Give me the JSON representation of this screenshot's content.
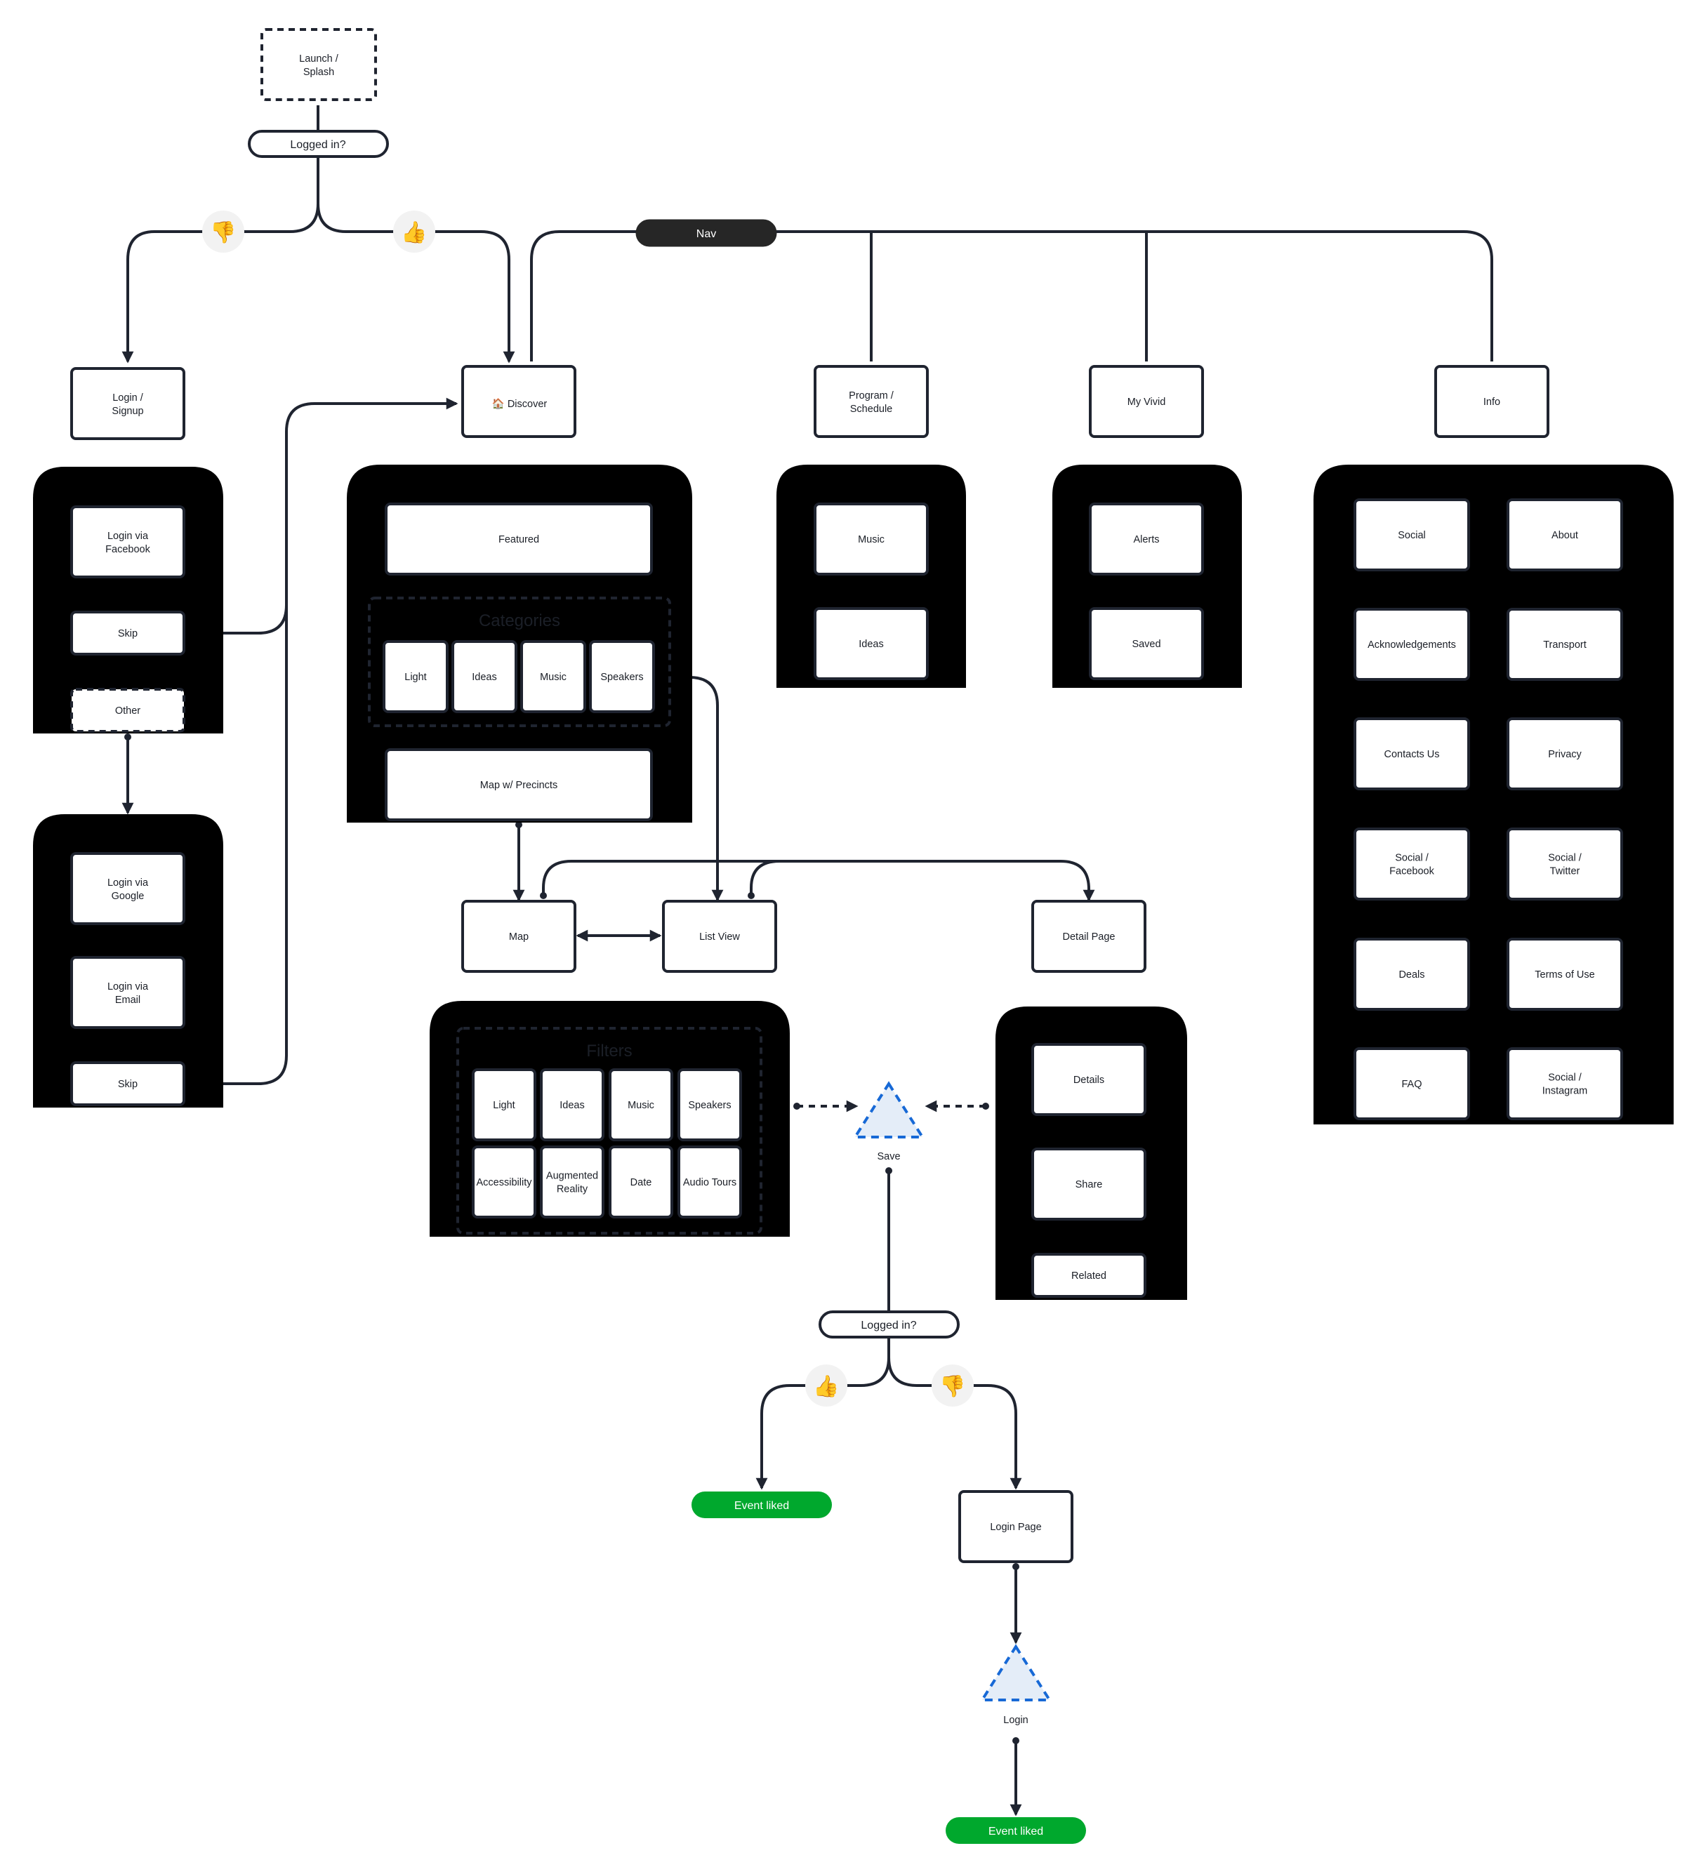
{
  "colors": {
    "line": "#1f2430",
    "nav_pill": "#262626",
    "event_pill": "#00a82d",
    "decision_fill": "#e4edf8",
    "decision_stroke": "#1769d6",
    "emoji_bg": "#f2f2f2"
  },
  "top": {
    "launch": [
      "Launch /",
      "Splash"
    ],
    "logged_in": "Logged in?",
    "thumbs_down": "👎",
    "thumbs_up": "👍",
    "nav": "Nav"
  },
  "login_branch": {
    "login_signup": [
      "Login /",
      "Signup"
    ],
    "login_facebook": [
      "Login via",
      "Facebook"
    ],
    "skip": "Skip",
    "other": "Other",
    "login_google": [
      "Login via",
      "Google"
    ],
    "login_email": [
      "Login via",
      "Email"
    ],
    "skip2": "Skip"
  },
  "discover": {
    "title": "🏠 Discover",
    "featured": "Featured",
    "categories_title": "Categories",
    "categories": [
      "Light",
      "Ideas",
      "Music",
      "Speakers"
    ],
    "map_precincts": "Map w/ Precincts"
  },
  "program": {
    "title": [
      "Program /",
      "Schedule"
    ],
    "items": [
      "Music",
      "Ideas"
    ]
  },
  "my_vivid": {
    "title": "My Vivid",
    "items": [
      "Alerts",
      "Saved"
    ]
  },
  "info": {
    "title": "Info",
    "items": [
      [
        "Social"
      ],
      [
        "About"
      ],
      [
        "Acknowledgements"
      ],
      [
        "Transport"
      ],
      [
        "Contacts Us"
      ],
      [
        "Privacy"
      ],
      [
        "Social /",
        "Facebook"
      ],
      [
        "Social /",
        "Twitter"
      ],
      [
        "Deals"
      ],
      [
        "Terms of Use"
      ],
      [
        "FAQ"
      ],
      [
        "Social /",
        "Instagram"
      ]
    ]
  },
  "views": {
    "map": "Map",
    "list_view": "List View",
    "detail_page": "Detail Page"
  },
  "filters": {
    "title": "Filters",
    "items": [
      [
        "Light"
      ],
      [
        "Ideas"
      ],
      [
        "Music"
      ],
      [
        "Speakers"
      ],
      [
        "Accessibility"
      ],
      [
        "Augmented",
        "Reality"
      ],
      [
        "Date"
      ],
      [
        "Audio Tours"
      ]
    ]
  },
  "detail": {
    "items": [
      "Details",
      "Share",
      "Related"
    ]
  },
  "save_flow": {
    "save": "Save",
    "logged_in": "Logged in?",
    "thumbs_up": "👍",
    "thumbs_down": "👎",
    "event_liked": "Event liked",
    "login_page": "Login Page",
    "login": "Login",
    "event_liked2": "Event liked"
  }
}
